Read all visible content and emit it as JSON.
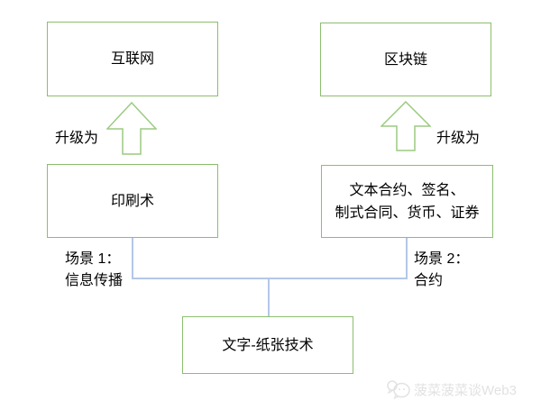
{
  "boxes": {
    "internet": {
      "label": "互联网"
    },
    "blockchain": {
      "label": "区块链"
    },
    "printing": {
      "label": "印刷术"
    },
    "text_contracts": {
      "line1": "文本合约、签名、",
      "line2": "制式合同、货币、证券"
    },
    "paper_tech": {
      "label": "文字-纸张技术"
    }
  },
  "arrow_labels": {
    "left": "升级为",
    "right": "升级为"
  },
  "scene_labels": {
    "scene1_line1": "场景 1：",
    "scene1_line2": "信息传播",
    "scene2_line1": "场景 2：",
    "scene2_line2": "合约"
  },
  "watermark": {
    "text": "菠菜菠菜谈Web3",
    "icon": "chat-bubbles-icon"
  },
  "colors": {
    "box_border": "#8cbe6e",
    "arrow_border": "#9cca80",
    "connector_line": "#b4c7e7",
    "text": "#000000",
    "watermark_text": "#e2e2e2",
    "background": "#ffffff"
  }
}
